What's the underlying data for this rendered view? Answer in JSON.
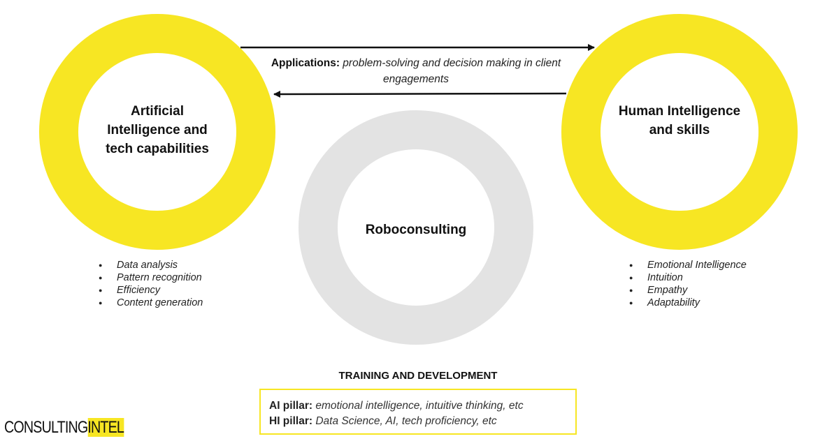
{
  "rings": {
    "ai": {
      "label": "Artificial Intelligence and tech capabilities",
      "color": "#f7e623"
    },
    "hi": {
      "label": "Human Intelligence and skills",
      "color": "#f7e623"
    },
    "robo": {
      "label": "Roboconsulting",
      "color": "#e3e3e3"
    }
  },
  "applications": {
    "label": "Applications:",
    "text": "problem-solving and decision making in client engagements"
  },
  "ai_bullets": [
    "Data analysis",
    "Pattern recognition",
    "Efficiency",
    "Content generation"
  ],
  "hi_bullets": [
    "Emotional Intelligence",
    "Intuition",
    "Empathy",
    "Adaptability"
  ],
  "training": {
    "title": "TRAINING AND DEVELOPMENT",
    "ai_label": "AI pillar:",
    "ai_text": "emotional intelligence, intuitive thinking, etc",
    "hi_label": "HI pillar:",
    "hi_text": "Data Science, AI, tech proficiency, etc"
  },
  "logo": {
    "part1": "CONSULTING",
    "part2": "INTEL"
  }
}
